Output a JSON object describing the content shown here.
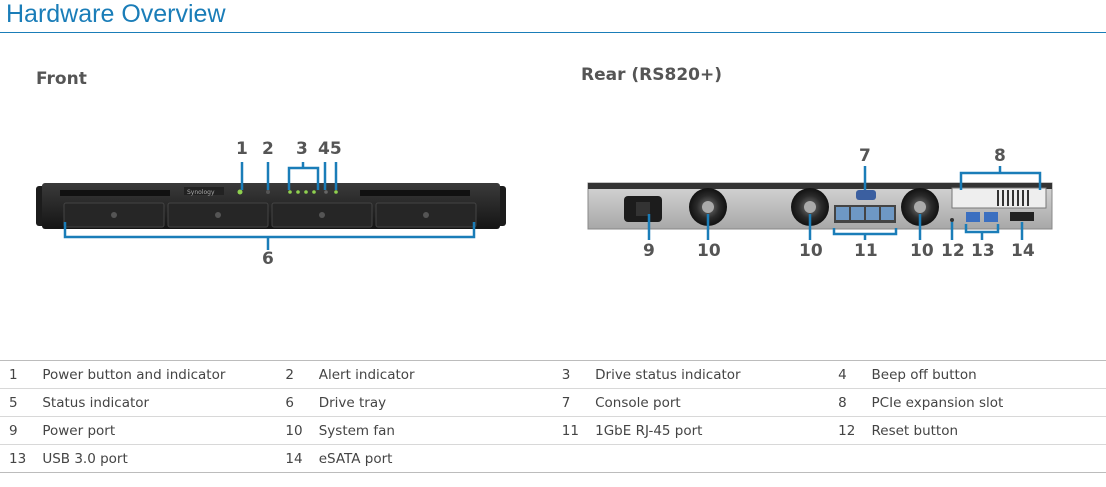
{
  "page": {
    "title": "Hardware Overview",
    "front_label": "Front",
    "rear_label": "Rear (RS820+)"
  },
  "front_callouts": {
    "c1": "1",
    "c2": "2",
    "c3": "3",
    "c45": "45",
    "c6": "6"
  },
  "rear_callouts": {
    "c7": "7",
    "c8": "8",
    "c9": "9",
    "c10a": "10",
    "c10b": "10",
    "c11": "11",
    "c10c": "10",
    "c12": "12",
    "c13": "13",
    "c14": "14"
  },
  "device_text": {
    "brand": "Synology"
  },
  "colors": {
    "accent": "#1a7db8",
    "callout_line": "#1a7db8"
  },
  "legend": [
    [
      {
        "num": "1",
        "label": "Power button and indicator"
      },
      {
        "num": "2",
        "label": "Alert indicator"
      },
      {
        "num": "3",
        "label": "Drive status indicator"
      },
      {
        "num": "4",
        "label": "Beep off button"
      }
    ],
    [
      {
        "num": "5",
        "label": "Status indicator"
      },
      {
        "num": "6",
        "label": "Drive tray"
      },
      {
        "num": "7",
        "label": "Console port"
      },
      {
        "num": "8",
        "label": "PCIe expansion slot"
      }
    ],
    [
      {
        "num": "9",
        "label": "Power port"
      },
      {
        "num": "10",
        "label": "System fan"
      },
      {
        "num": "11",
        "label": "1GbE RJ-45 port"
      },
      {
        "num": "12",
        "label": "Reset button"
      }
    ],
    [
      {
        "num": "13",
        "label": "USB 3.0 port"
      },
      {
        "num": "14",
        "label": "eSATA port"
      },
      {
        "num": "",
        "label": ""
      },
      {
        "num": "",
        "label": ""
      }
    ]
  ]
}
